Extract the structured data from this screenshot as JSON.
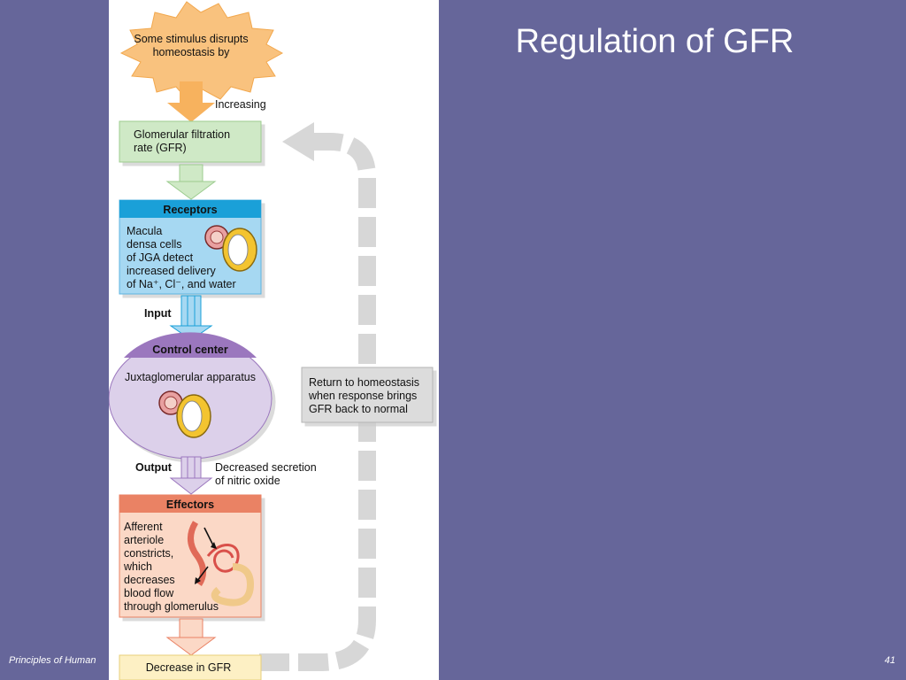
{
  "slide": {
    "title": "Regulation of GFR",
    "footer_left": "Principles of Human",
    "page_number": "41"
  },
  "diagram": {
    "stimulus": {
      "line1": "Some stimulus disrupts",
      "line2": "homeostasis by"
    },
    "increasing_label": "Increasing",
    "gfr_box": {
      "line1": "Glomerular filtration",
      "line2": "rate (GFR)"
    },
    "receptors": {
      "header": "Receptors",
      "lines": [
        "Macula",
        "densa cells",
        "of JGA detect",
        "increased delivery",
        "of Na⁺, Cl⁻, and water"
      ]
    },
    "input_label": "Input",
    "control_center": {
      "header": "Control center",
      "body": "Juxtaglomerular apparatus"
    },
    "output_label": "Output",
    "output_desc": {
      "line1": "Decreased secretion",
      "line2": "of nitric oxide"
    },
    "effectors": {
      "header": "Effectors",
      "lines": [
        "Afferent",
        "arteriole",
        "constricts,",
        "which",
        "decreases",
        "blood flow",
        "through glomerulus"
      ]
    },
    "result_box": "Decrease in GFR",
    "return_box": {
      "line1": "Return to homeostasis",
      "line2": "when response brings",
      "line3": "GFR back to normal"
    }
  },
  "colors": {
    "background": "#66669a",
    "stimulus": "#f9c27e",
    "gfr_box": "#cfe9c6",
    "receptors_header": "#1aa0d8",
    "receptors_body": "#a6d8f2",
    "control_header": "#9b77be",
    "control_body": "#dcd0ea",
    "effectors_header": "#ea8264",
    "effectors_body": "#fbd8c6",
    "result_box": "#fdf0c4",
    "return_box": "#dcdcdc",
    "loop_arrow": "#d7d7d7"
  }
}
